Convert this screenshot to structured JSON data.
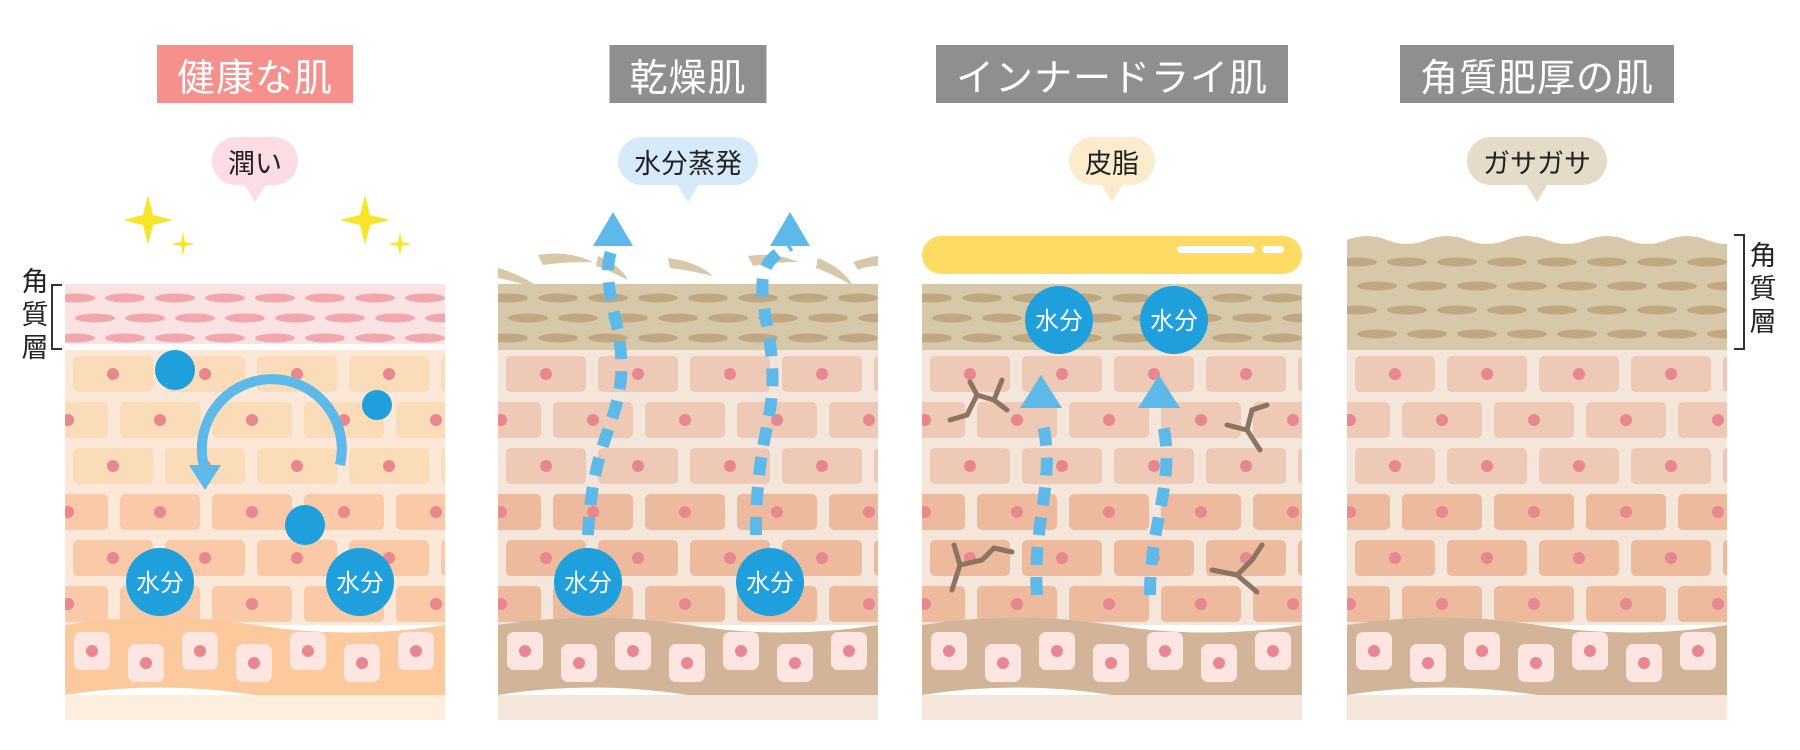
{
  "panels": [
    {
      "title": "健康な肌",
      "title_color": "#f5908d",
      "bubble": "潤い",
      "bubble_color": "#fbdde3",
      "water": [
        "水分",
        "水分"
      ]
    },
    {
      "title": "乾燥肌",
      "title_color": "#8f8f8f",
      "bubble": "水分蒸発",
      "bubble_color": "#d6eafa",
      "water": [
        "水分",
        "水分"
      ]
    },
    {
      "title": "インナードライ肌",
      "title_color": "#8f8f8f",
      "bubble": "皮脂",
      "bubble_color": "#fbeccd",
      "water": [
        "水分",
        "水分"
      ]
    },
    {
      "title": "角質肥厚の肌",
      "title_color": "#8f8f8f",
      "bubble": "ガサガサ",
      "bubble_color": "#e4dcc8",
      "water": []
    }
  ],
  "side_label": "角質層",
  "colors": {
    "water": "#1f9fdc",
    "arrow": "#5db9ea",
    "sparkle": "#f7e52a",
    "sebum": "#fedc64",
    "healthy_corneum": "#f9cfcf",
    "healthy_cell": "#f8cea8",
    "dry_corneum": "#d6c8a9",
    "dry_cell": "#efc3a9",
    "basal": "#d2b599",
    "nucleus": "#e8878f"
  }
}
